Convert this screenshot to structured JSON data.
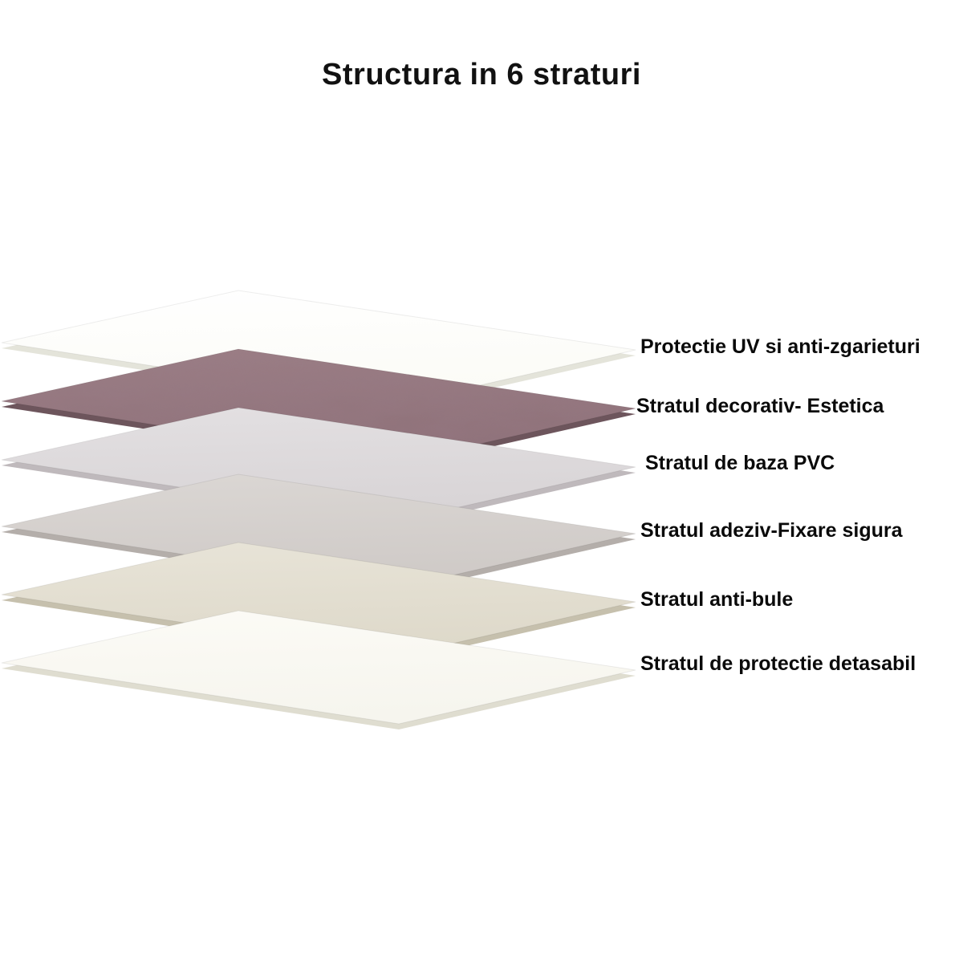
{
  "title": "Structura in 6 straturi",
  "diagram": {
    "type": "layer-stack",
    "layer_count": 6,
    "layers": [
      {
        "label": "Protectie UV si anti-zgarieturi",
        "color": "#fbfbf6",
        "color_light": "#ffffff",
        "edge": "#e4e4da",
        "texture": false
      },
      {
        "label": "Stratul decorativ- Estetica",
        "color": "#8d7078",
        "color_light": "#9c7f86",
        "edge": "#6d555c",
        "texture": true
      },
      {
        "label": "Stratul de baza PVC",
        "color": "#d8d4d6",
        "color_light": "#e3e0e2",
        "edge": "#bfb9bc",
        "texture": false
      },
      {
        "label": "Stratul adeziv-Fixare sigura",
        "color": "#cfcac7",
        "color_light": "#dbd7d4",
        "edge": "#b4aeaa",
        "texture": false
      },
      {
        "label": "Stratul anti-bule",
        "color": "#ded9ca",
        "color_light": "#e8e4d8",
        "edge": "#c6c0ad",
        "texture": false
      },
      {
        "label": "Stratul de protectie detasabil",
        "color": "#f6f5ee",
        "color_light": "#fcfbf6",
        "edge": "#dfddd0",
        "texture": false
      }
    ]
  }
}
